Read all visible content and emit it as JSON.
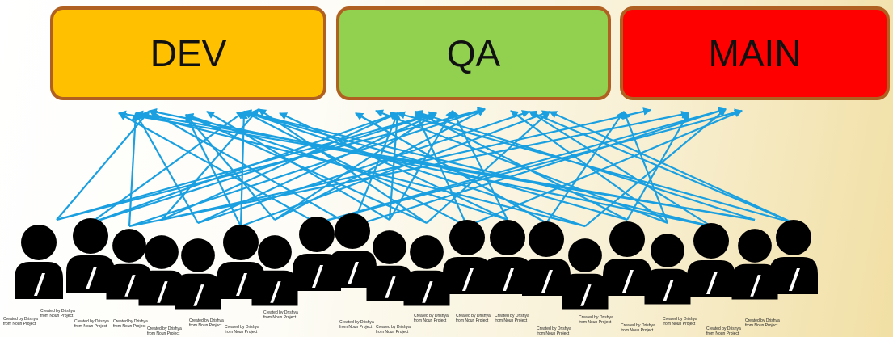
{
  "environments": [
    {
      "id": "dev",
      "label": "DEV",
      "color": "#ffc000"
    },
    {
      "id": "qa",
      "label": "QA",
      "color": "#92d050"
    },
    {
      "id": "main",
      "label": "MAIN",
      "color": "#ff0000"
    }
  ],
  "colors": {
    "border": "#b06020",
    "arrow": "#1aa0e0",
    "person": "#000000"
  },
  "icon": "person-with-laptop-icon",
  "credit": {
    "line1": "Created by Drishya",
    "line2": "from Noun Project"
  }
}
